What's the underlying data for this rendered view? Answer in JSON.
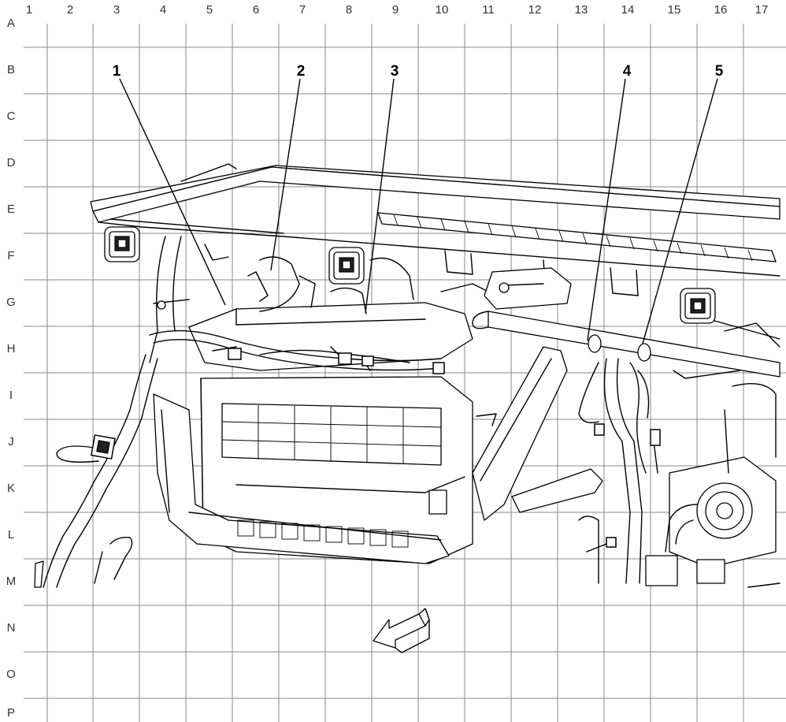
{
  "grid": {
    "columns": [
      "1",
      "2",
      "3",
      "4",
      "5",
      "6",
      "7",
      "8",
      "9",
      "10",
      "11",
      "12",
      "13",
      "14",
      "15",
      "16",
      "17"
    ],
    "rows": [
      "A",
      "B",
      "C",
      "D",
      "E",
      "F",
      "G",
      "H",
      "I",
      "J",
      "K",
      "L",
      "M",
      "N",
      "O",
      "P"
    ]
  },
  "callouts": [
    {
      "id": "1",
      "label": "1"
    },
    {
      "id": "2",
      "label": "2"
    },
    {
      "id": "3",
      "label": "3"
    },
    {
      "id": "4",
      "label": "4"
    },
    {
      "id": "5",
      "label": "5"
    }
  ],
  "icons": {
    "front_arrow": "direction-arrow-icon",
    "connector": "electrical-connector-icon"
  },
  "colors": {
    "line": "#000000",
    "grid": "#8a8a8a",
    "background": "#ffffff"
  }
}
